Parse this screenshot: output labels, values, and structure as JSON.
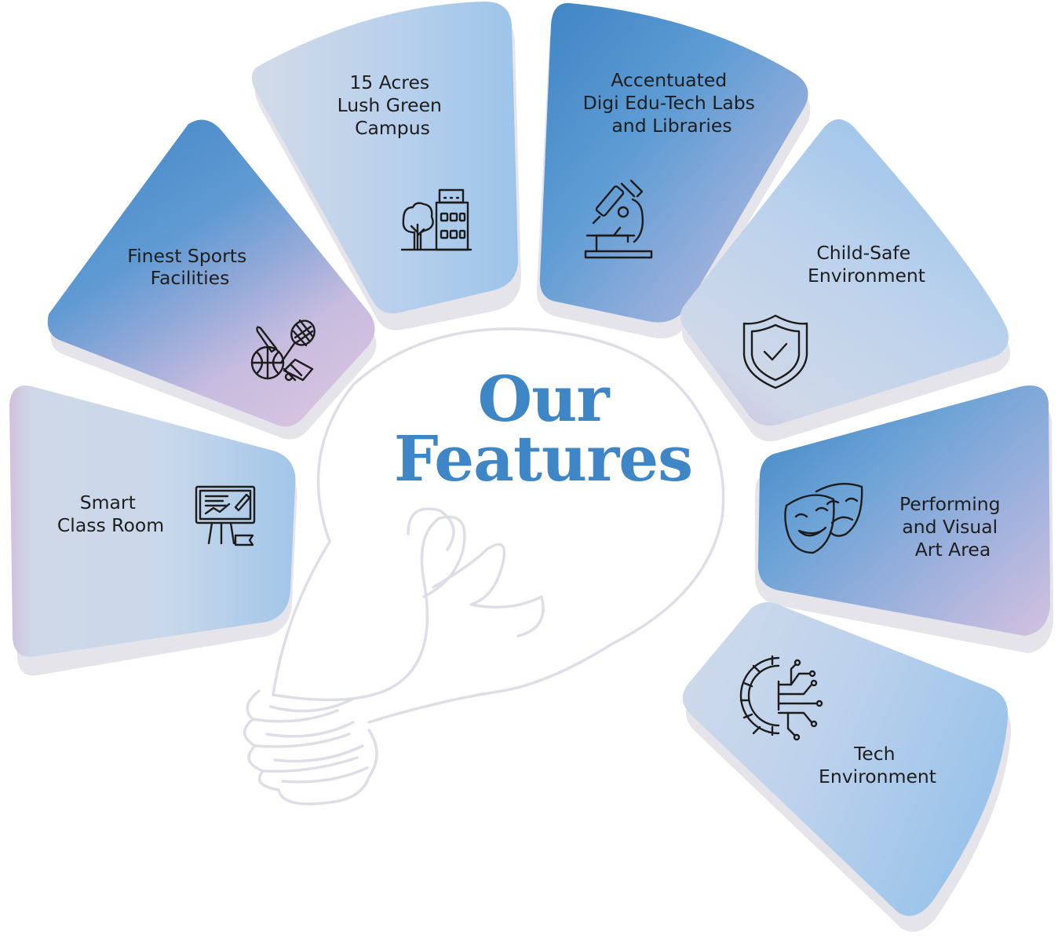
{
  "title": {
    "line1": "Our",
    "line2": "Features"
  },
  "colors": {
    "title": "#3f86c6",
    "text": "#1e1e1e",
    "shadow": "#e3e3e8"
  },
  "features": [
    {
      "id": "smart-class-room",
      "lines": [
        "Smart",
        "Class Room"
      ],
      "icon": "presentation-board-icon"
    },
    {
      "id": "sports-facilities",
      "lines": [
        "Finest Sports",
        "Facilities"
      ],
      "icon": "sports-equipment-icon"
    },
    {
      "id": "green-campus",
      "lines": [
        "15 Acres",
        "Lush Green",
        "Campus"
      ],
      "icon": "campus-building-icon"
    },
    {
      "id": "edu-tech-labs",
      "lines": [
        "Accentuated",
        "Digi Edu-Tech Labs",
        "and Libraries"
      ],
      "icon": "microscope-icon"
    },
    {
      "id": "child-safe",
      "lines": [
        "Child-Safe",
        "Environment"
      ],
      "icon": "shield-check-icon"
    },
    {
      "id": "performing-arts",
      "lines": [
        "Performing",
        "and Visual",
        "Art Area"
      ],
      "icon": "theatre-masks-icon"
    },
    {
      "id": "tech-environment",
      "lines": [
        "Tech",
        "Environment"
      ],
      "icon": "circuit-gear-icon"
    }
  ]
}
